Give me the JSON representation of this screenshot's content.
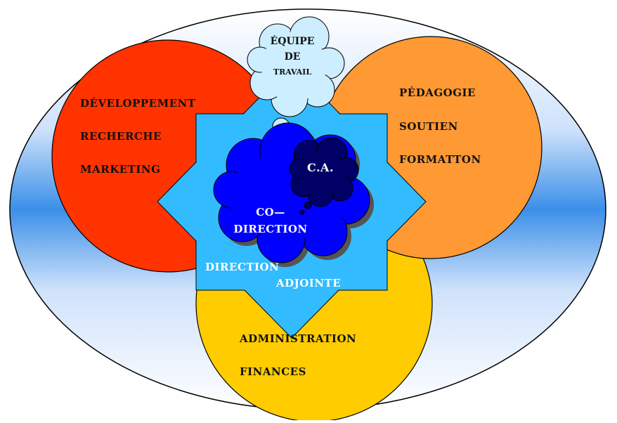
{
  "diagram": {
    "colors": {
      "outer_ellipse_edge": "#000000",
      "outer_ellipse_fill_light": "#ffffff",
      "outer_ellipse_fill_blue": "#3b8fe8",
      "red_circle": "#ff3300",
      "orange_circle": "#ff9933",
      "yellow_circle": "#ffcc00",
      "star": "#33bbff",
      "codirection_cloud": "#0000ff",
      "ca_cloud": "#000066",
      "thought_cloud": "#cceeff"
    },
    "thought_bubble": {
      "line1": "ÉQUIPE",
      "line2": "DE",
      "line3": "TRAVAIL"
    },
    "red_circle": {
      "line1": "DÉVELOPPEMENT",
      "line2": "RECHERCHE",
      "line3": "MARKETING"
    },
    "orange_circle": {
      "line1": "PÉDAGOGIE",
      "line2": "SOUTIEN",
      "line3": "FORMATTON"
    },
    "yellow_circle": {
      "line1": "ADMINISTRATION",
      "line2": "FINANCES"
    },
    "star": {
      "line1": "DIRECTION",
      "line2": "ADJOINTE"
    },
    "codirection_cloud": {
      "line1": "CO—",
      "line2": "DIRECTION"
    },
    "ca_cloud": {
      "label": "C.A."
    }
  }
}
